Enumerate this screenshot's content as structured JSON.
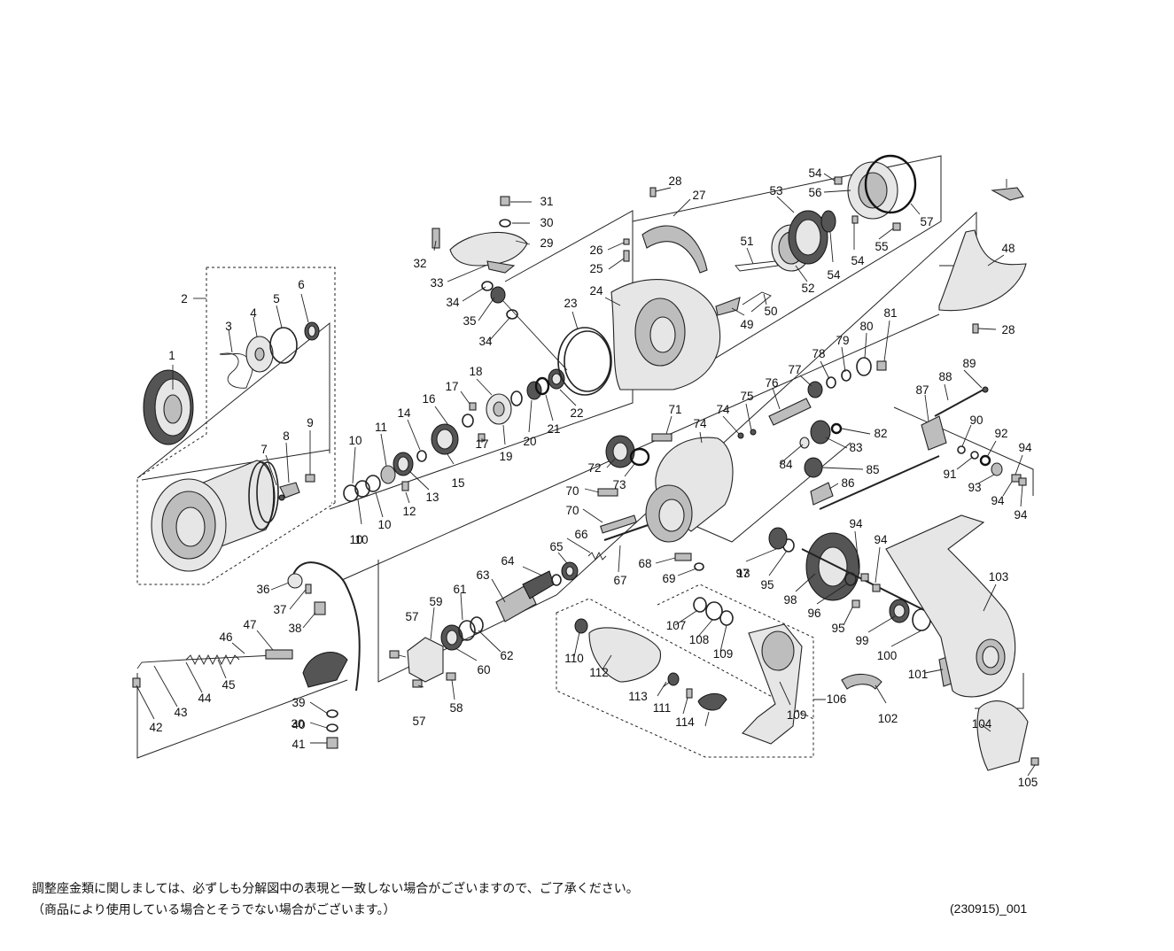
{
  "diagram": {
    "labels": [
      "1",
      "2",
      "3",
      "4",
      "5",
      "6",
      "7",
      "8",
      "9",
      "10",
      "10",
      "10",
      "10",
      "11",
      "12",
      "13",
      "13",
      "14",
      "15",
      "16",
      "17",
      "17",
      "18",
      "19",
      "20",
      "21",
      "22",
      "23",
      "24",
      "25",
      "26",
      "27",
      "28",
      "28",
      "29",
      "30",
      "30",
      "31",
      "32",
      "33",
      "34",
      "34",
      "35",
      "36",
      "37",
      "38",
      "39",
      "40",
      "41",
      "42",
      "43",
      "44",
      "45",
      "46",
      "47",
      "48",
      "49",
      "50",
      "51",
      "52",
      "53",
      "54",
      "54",
      "54",
      "55",
      "56",
      "57",
      "57",
      "57",
      "58",
      "59",
      "60",
      "61",
      "62",
      "63",
      "64",
      "65",
      "66",
      "67",
      "68",
      "69",
      "70",
      "70",
      "71",
      "72",
      "73",
      "74",
      "74",
      "75",
      "76",
      "77",
      "78",
      "79",
      "80",
      "81",
      "82",
      "83",
      "84",
      "85",
      "86",
      "87",
      "88",
      "89",
      "90",
      "91",
      "92",
      "93",
      "94",
      "94",
      "94",
      "94",
      "94",
      "95",
      "95",
      "96",
      "97",
      "98",
      "99",
      "100",
      "101",
      "102",
      "103",
      "104",
      "105",
      "106",
      "107",
      "108",
      "109",
      "109",
      "110",
      "111",
      "112",
      "113",
      "114"
    ]
  },
  "notes": {
    "line1": "調整座金類に関しましては、必ずしも分解図中の表現と一致しない場合がございますので、ご了承ください。",
    "line2": "（商品により使用している場合とそうでない場合がございます。）"
  },
  "doc_code": "(230915)_001"
}
